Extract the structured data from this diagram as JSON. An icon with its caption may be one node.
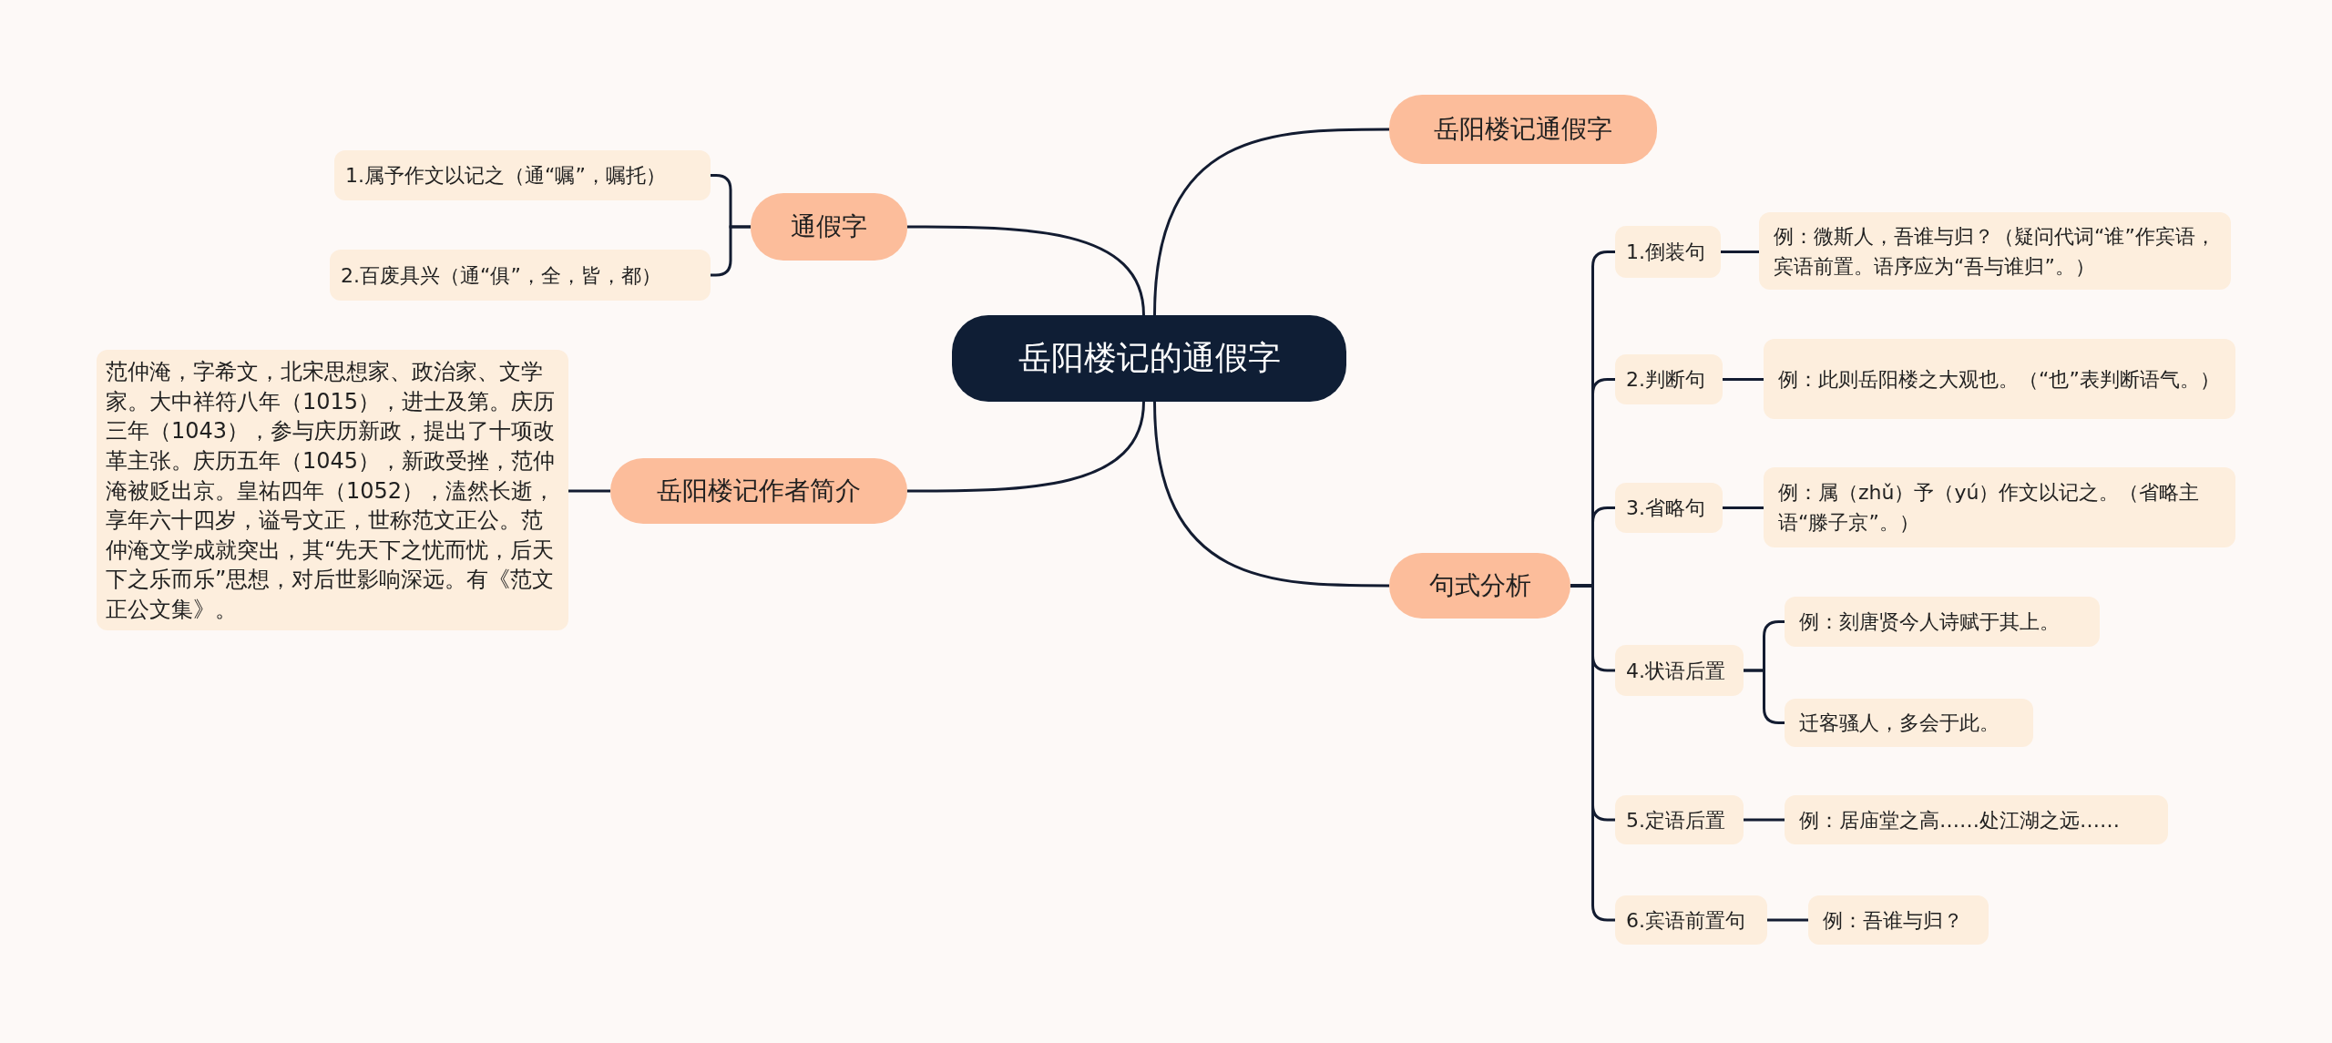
{
  "diagram": {
    "nodes": [
      {
        "text": [
          "岳阳楼记的通假字"
        ]
      },
      {
        "text": [
          "通假字"
        ]
      },
      {
        "text": [
          "1.属予作文以记之（通“嘱”，嘱托）"
        ]
      },
      {
        "text": [
          "2.百废具兴（通“俱”，全，皆，都）"
        ]
      },
      {
        "text": [
          "岳阳楼记作者简介"
        ]
      },
      {
        "text": [
          "范仲淹，字希文，北宋思想家、政治家、文学家。大中祥符八年（1015），进士及第。庆历三年（1043），参与庆历新政，提出了十项改革主张。庆历五年（1045），新政受挫，范仲淹被贬出京。皇祐四年（1052），溘然长逝，享年六十四岁，谥号文正，世称范文正公。范仲淹文学成就突出，其“先天下之忧而忧，后天下之乐而乐”思想，对后世影响深远。有《范文正公文集》。"
        ]
      },
      {
        "text": [
          "岳阳楼记通假字"
        ]
      },
      {
        "text": [
          "句式分析"
        ]
      },
      {
        "text": [
          "1.倒装句"
        ]
      },
      {
        "text": [
          "例：微斯人，吾谁与归？（疑问代词“谁”作宾语，宾语前置。语序应为“吾与谁归”。）"
        ]
      },
      {
        "text": [
          "2.判断句"
        ]
      },
      {
        "text": [
          "例：此则岳阳楼之大观也。（“也”表判断语气。）"
        ]
      },
      {
        "text": [
          "3.省略句"
        ]
      },
      {
        "text": [
          "例：属（zhǔ）予（yú）作文以记之。（省略主语“滕子京”。）"
        ]
      },
      {
        "text": [
          "4.状语后置"
        ]
      },
      {
        "text": [
          "例：刻唐贤今人诗赋于其上。"
        ]
      },
      {
        "text": [
          "迁客骚人，多会于此。"
        ]
      },
      {
        "text": [
          "5.定语后置"
        ]
      },
      {
        "text": [
          "例：居庙堂之高……处江湖之远……"
        ]
      },
      {
        "text": [
          "6.宾语前置句"
        ]
      },
      {
        "text": [
          "例：吾谁与归？"
        ]
      }
    ],
    "edges": [
      {
        "from": 0,
        "to": 1,
        "arrow": "none"
      },
      {
        "from": 1,
        "to": 2,
        "arrow": "none"
      },
      {
        "from": 1,
        "to": 3,
        "arrow": "none"
      },
      {
        "from": 0,
        "to": 4,
        "arrow": "none"
      },
      {
        "from": 4,
        "to": 5,
        "arrow": "none"
      },
      {
        "from": 0,
        "to": 6,
        "arrow": "none"
      },
      {
        "from": 0,
        "to": 7,
        "arrow": "none"
      },
      {
        "from": 7,
        "to": 8,
        "arrow": "none"
      },
      {
        "from": 7,
        "to": 10,
        "arrow": "none"
      },
      {
        "from": 7,
        "to": 12,
        "arrow": "none"
      },
      {
        "from": 7,
        "to": 14,
        "arrow": "none"
      },
      {
        "from": 7,
        "to": 17,
        "arrow": "none"
      },
      {
        "from": 7,
        "to": 19,
        "arrow": "none"
      },
      {
        "from": 8,
        "to": 9,
        "arrow": "none"
      },
      {
        "from": 10,
        "to": 11,
        "arrow": "none"
      },
      {
        "from": 12,
        "to": 13,
        "arrow": "none"
      },
      {
        "from": 14,
        "to": 15,
        "arrow": "none"
      },
      {
        "from": 14,
        "to": 16,
        "arrow": "none"
      },
      {
        "from": 17,
        "to": 18,
        "arrow": "none"
      },
      {
        "from": 19,
        "to": 20,
        "arrow": "none"
      }
    ]
  }
}
